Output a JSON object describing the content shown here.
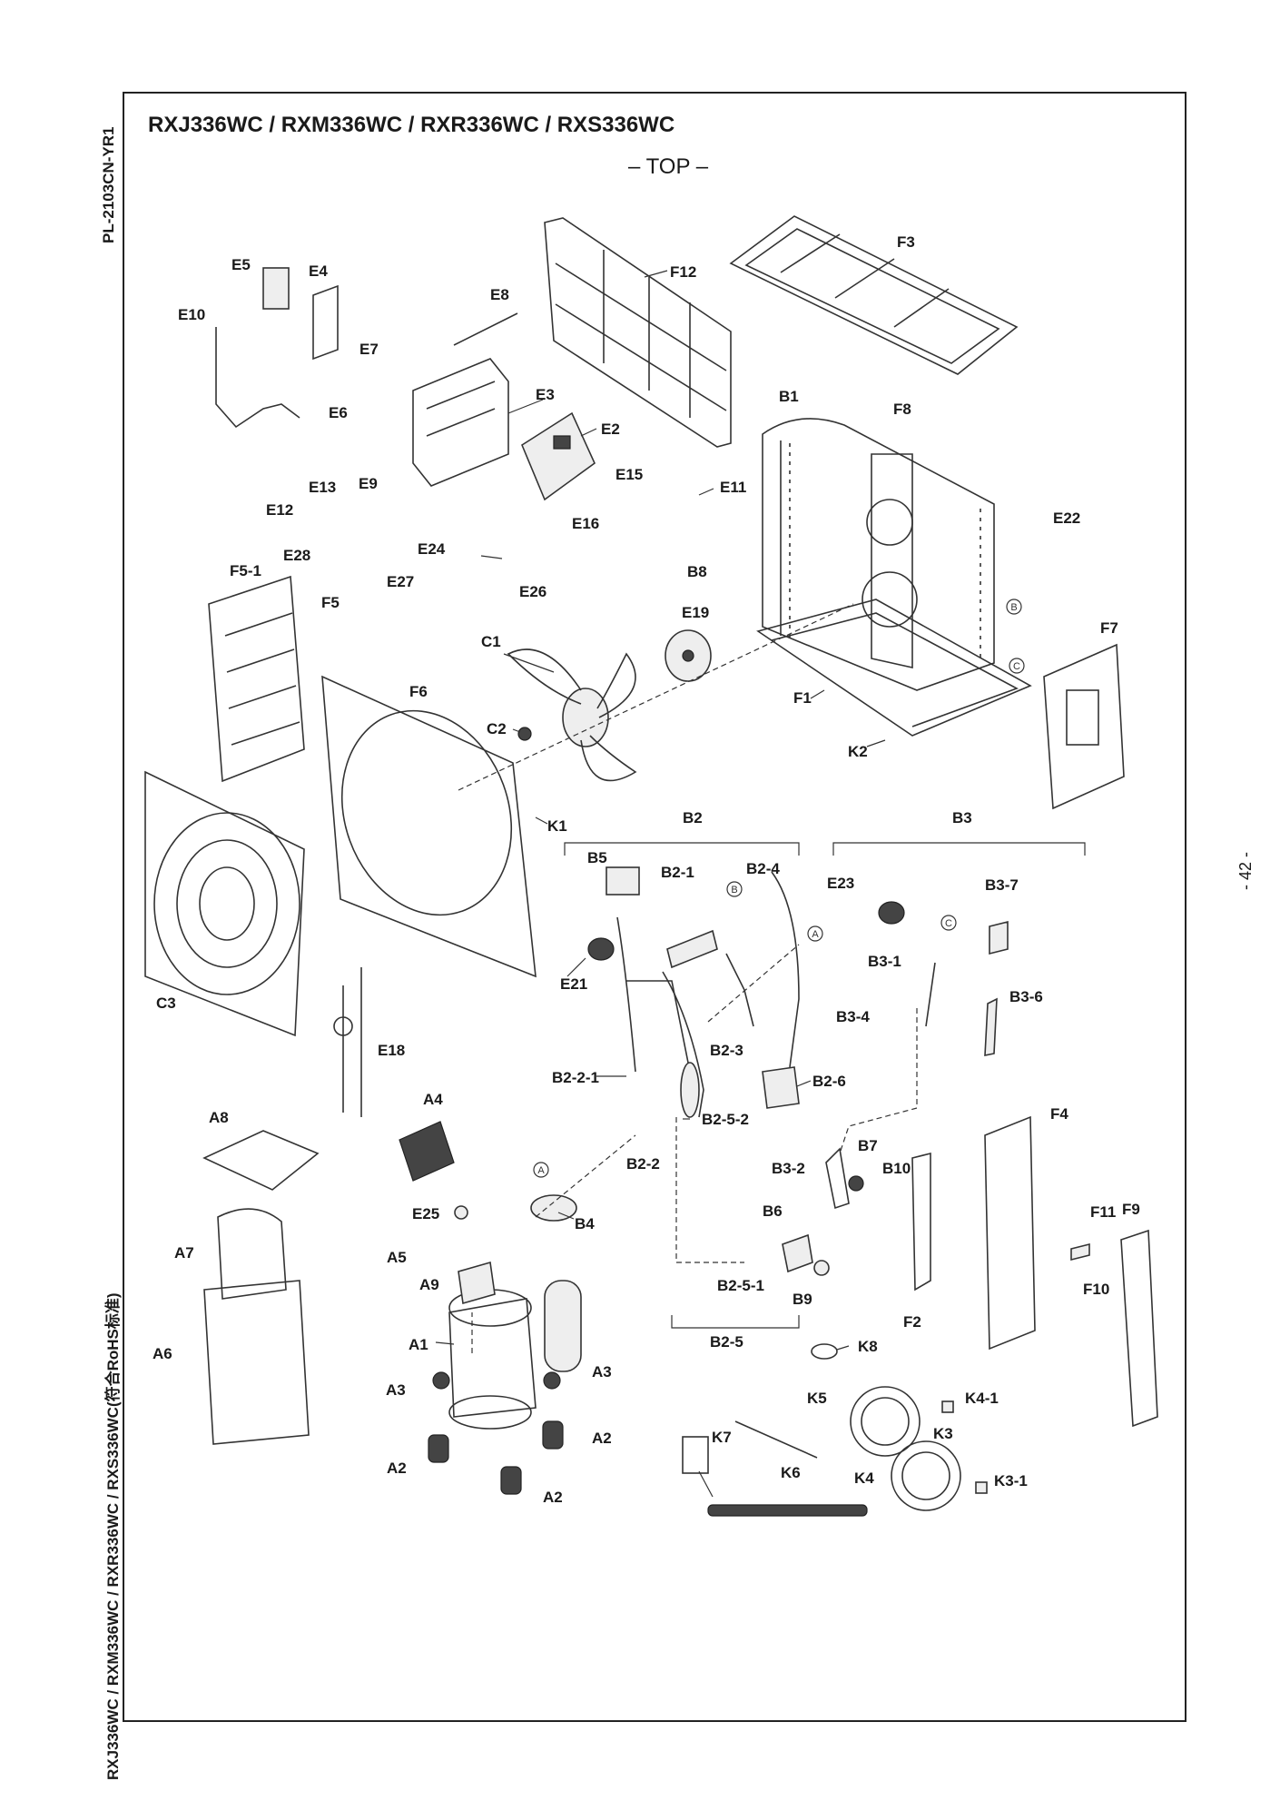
{
  "document": {
    "title": "RXJ336WC / RXM336WC / RXR336WC / RXS336WC",
    "subtitle": "– TOP –",
    "side_label_top": "PL-2103CN-YR1",
    "side_label_bottom": "RXJ336WC / RXM336WC / RXR336WC / RXS336WC(符合RoHS标准)",
    "page_number": "- 42 -"
  },
  "callouts": {
    "E5": "E5",
    "E4": "E4",
    "E10": "E10",
    "E8": "E8",
    "F12": "F12",
    "F3": "F3",
    "E7": "E7",
    "E6": "E6",
    "E3": "E3",
    "E2": "E2",
    "E15": "E15",
    "E11": "E11",
    "E13": "E13",
    "E12": "E12",
    "E9": "E9",
    "E16": "E16",
    "E28": "E28",
    "E24": "E24",
    "E27": "E27",
    "E26": "E26",
    "F5-1": "F5-1",
    "F5": "F5",
    "B1": "B1",
    "F8": "F8",
    "E22": "E22",
    "B8": "B8",
    "E19": "E19",
    "C1": "C1",
    "F6": "F6",
    "C2": "C2",
    "F1": "F1",
    "F7": "F7",
    "K2": "K2",
    "K1": "K1",
    "C3": "C3",
    "B2": "B2",
    "B3": "B3",
    "B5": "B5",
    "B2-1": "B2-1",
    "B2-4": "B2-4",
    "E23": "E23",
    "B3-7": "B3-7",
    "B3-1": "B3-1",
    "E21": "E21",
    "B3-6": "B3-6",
    "B3-4": "B3-4",
    "B2-3": "B2-3",
    "E18": "E18",
    "B2-2-1": "B2-2-1",
    "B2-6": "B2-6",
    "B2-5-2": "B2-5-2",
    "A8": "A8",
    "A4": "A4",
    "F4": "F4",
    "B7": "B7",
    "B2-2": "B2-2",
    "B3-2": "B3-2",
    "B10": "B10",
    "B4": "B4",
    "E25": "E25",
    "B6": "B6",
    "F11": "F11",
    "F9": "F9",
    "A7": "A7",
    "A5": "A5",
    "A9": "A9",
    "B2-5-1": "B2-5-1",
    "F10": "F10",
    "B9": "B9",
    "F2": "F2",
    "B2-5": "B2-5",
    "A1": "A1",
    "K8": "K8",
    "A6": "A6",
    "A3a": "A3",
    "A3b": "A3",
    "K5": "K5",
    "K4-1": "K4-1",
    "A2a": "A2",
    "A2b": "A2",
    "A2c": "A2",
    "K7": "K7",
    "K3": "K3",
    "K6": "K6",
    "K4": "K4",
    "K3-1": "K3-1"
  },
  "connection_markers": {
    "A_1": "A",
    "A_2": "A",
    "B_1": "B",
    "B_2": "B",
    "C_1": "C",
    "C_2": "C"
  }
}
